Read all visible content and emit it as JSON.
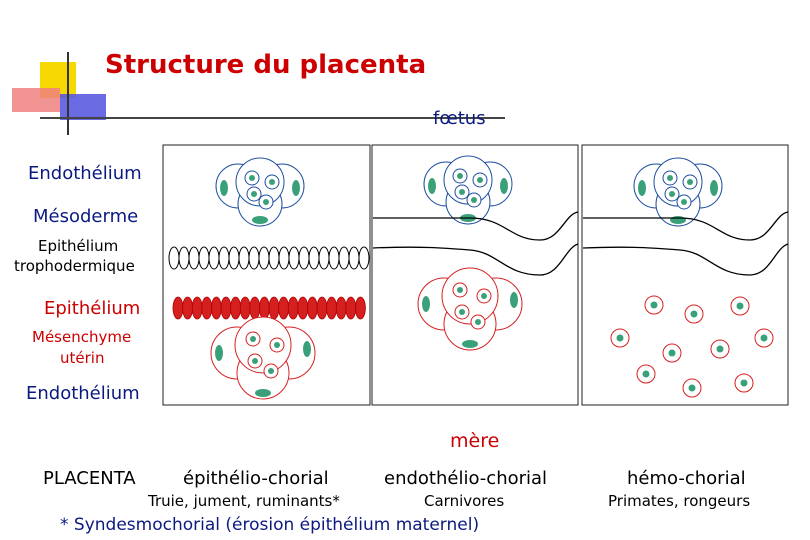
{
  "title": "Structure du placenta",
  "labels": {
    "foetus": "fœtus",
    "mere": "mère",
    "endothelium_top": "Endothélium",
    "mesoderme": "Mésoderme",
    "epith_troph_1": "Epithélium",
    "epith_troph_2": "trophodermique",
    "epithelium": "Epithélium",
    "mesenchyme_1": "Mésenchyme",
    "mesenchyme_2": "utérin",
    "endothelium_bottom": "Endothélium"
  },
  "footer": {
    "placenta": "PLACENTA",
    "types": [
      "épithélio-chorial",
      "endothélio-chorial",
      "hémo-chorial"
    ],
    "examples": [
      "Truie, jument, ruminants*",
      "Carnivores",
      "Primates, rongeurs"
    ],
    "footnote": "* Syndesmochorial (érosion épithélium maternel)"
  },
  "colors": {
    "title_red": "#cc0000",
    "label_blue": "#0b1a80",
    "cell_green": "#3aa07a",
    "cell_outline": "#1f4fa0",
    "maternal_red": "#d62020",
    "deco_yellow": "#f5d800",
    "deco_red": "#f08080",
    "deco_blue": "#5a5ae0"
  }
}
